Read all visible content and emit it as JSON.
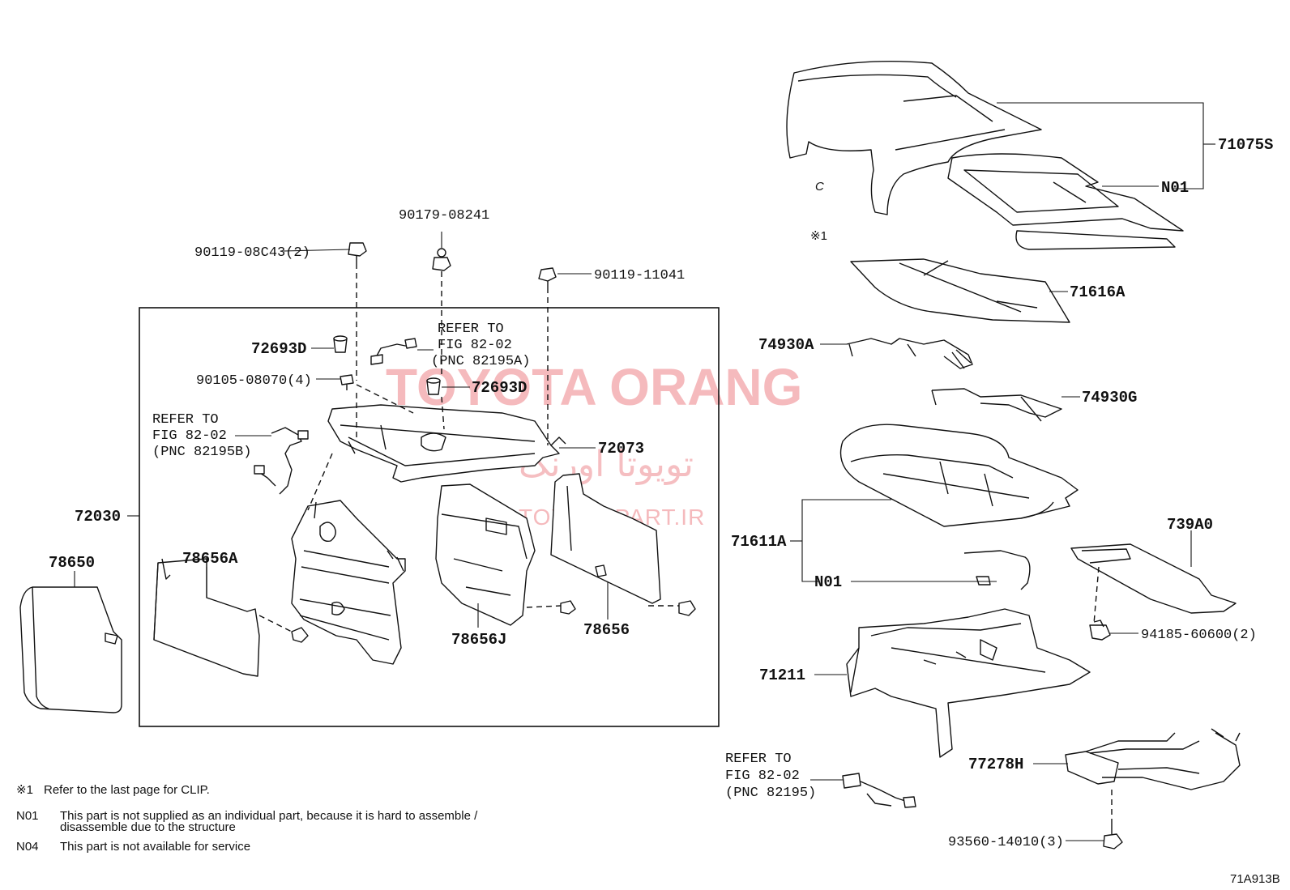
{
  "diagram_code": "71A913B",
  "watermark": {
    "line1": "TOYOTA ORANG",
    "line2": "تویوتا اورنگ",
    "line3": "TOYOTAPART.IR"
  },
  "parts": {
    "p71075S": "71075S",
    "p71075S_n01": "N01",
    "p71616A": "71616A",
    "p74930A": "74930A",
    "p74930G": "74930G",
    "p71611A": "71611A",
    "p71611A_n01": "N01",
    "p739A0": "739A0",
    "p94185": "94185-60600(2)",
    "p71211": "71211",
    "p77278H": "77278H",
    "p93560": "93560-14010(3)",
    "p72030": "72030",
    "p78650": "78650",
    "p72693D_a": "72693D",
    "p72693D_b": "72693D",
    "p90105": "90105-08070(4)",
    "p90119_08C43": "90119-08C43(2)",
    "p90179": "90179-08241",
    "p90119_11041": "90119-11041",
    "p72073": "72073",
    "p78656A": "78656A",
    "p78656J": "78656J",
    "p78656": "78656"
  },
  "clip": {
    "letter": "C",
    "mark": "※1"
  },
  "refs": {
    "ref_a": {
      "l1": "REFER TO",
      "l2": "FIG 82-02",
      "l3": "(PNC 82195A)"
    },
    "ref_b": {
      "l1": "REFER TO",
      "l2": "FIG 82-02",
      "l3": "(PNC 82195B)"
    },
    "ref_c": {
      "l1": "REFER TO",
      "l2": "FIG 82-02",
      "l3": "(PNC 82195)"
    }
  },
  "notes": {
    "n1_code": "※1",
    "n1_text": "Refer to the last page for CLIP.",
    "n01_code": "N01",
    "n01_text1": "This part is not supplied as an individual part, because it is hard to assemble /",
    "n01_text2": "disassemble due to the structure",
    "n04_code": "N04",
    "n04_text": "This part is not available for service"
  }
}
